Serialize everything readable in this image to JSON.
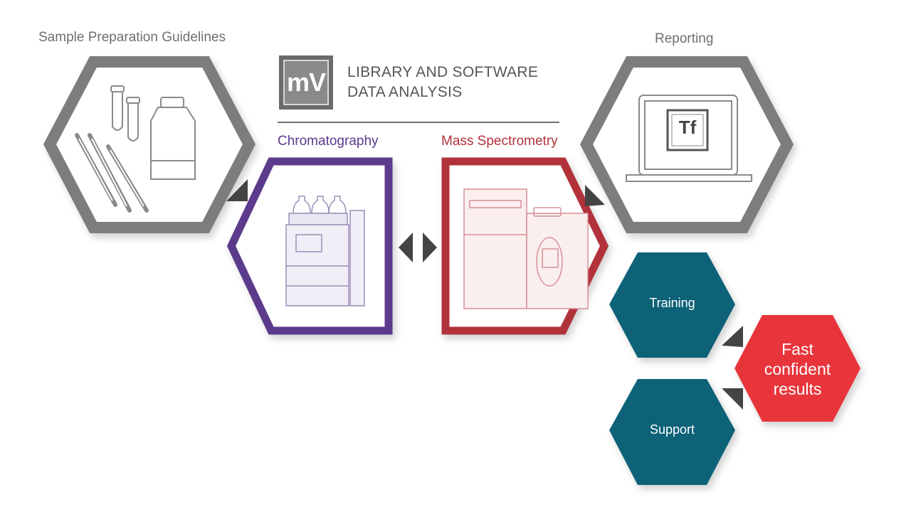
{
  "labels": {
    "sample_prep": "Sample Preparation Guidelines",
    "reporting": "Reporting",
    "chromatography": "Chromatography",
    "mass_spec": "Mass Spectrometry",
    "library_line1": "LIBRARY AND SOFTWARE",
    "library_line2": "DATA ANALYSIS",
    "mv_logo": "mV",
    "tf_logo": "Tf",
    "training": "Training",
    "support": "Support",
    "fast_line1": "Fast",
    "fast_line2": "confident",
    "fast_line3": "results"
  },
  "colors": {
    "gray_hex": "#7d7d7d",
    "purple": "#5b3a8c",
    "red": "#b1323a",
    "teal": "#0f6278",
    "bright_red": "#e8343a",
    "arrow": "#444444"
  }
}
